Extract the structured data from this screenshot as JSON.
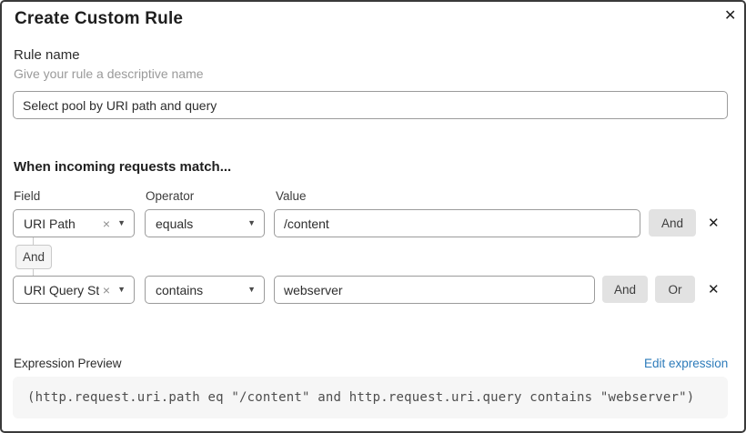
{
  "dialog": {
    "title": "Create Custom Rule"
  },
  "icons": {
    "close": "✕",
    "remove": "✕",
    "clear": "×",
    "caret": "▼"
  },
  "rule_name": {
    "label": "Rule name",
    "helper": "Give your rule a descriptive name",
    "value": "Select pool by URI path and query"
  },
  "match_section": {
    "heading": "When incoming requests match...",
    "columns": {
      "field": "Field",
      "operator": "Operator",
      "value": "Value"
    },
    "rows": [
      {
        "field": "URI Path",
        "operator": "equals",
        "value": "/content",
        "and_label": "And"
      },
      {
        "field": "URI Query St...",
        "operator": "contains",
        "value": "webserver",
        "and_label": "And",
        "or_label": "Or"
      }
    ],
    "connector_label": "And"
  },
  "expression": {
    "label": "Expression Preview",
    "edit_link": "Edit expression",
    "code": "(http.request.uri.path eq \"/content\" and http.request.uri.query contains \"webserver\")"
  },
  "colors": {
    "link": "#2d7bba",
    "pill_button_bg": "#e2e2e2",
    "code_bg": "#f6f6f6",
    "input_border": "#9b9b9b",
    "dialog_border": "#3a3a3a"
  }
}
